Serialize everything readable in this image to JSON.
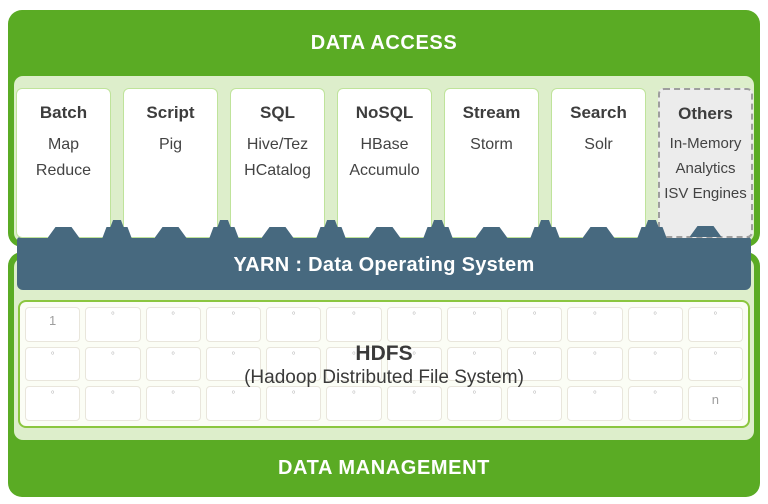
{
  "header": {
    "title": "DATA ACCESS"
  },
  "cards": [
    {
      "title": "Batch",
      "lines": [
        "Map",
        "Reduce"
      ],
      "variant": "solid"
    },
    {
      "title": "Script",
      "lines": [
        "Pig"
      ],
      "variant": "solid"
    },
    {
      "title": "SQL",
      "lines": [
        "Hive/Tez",
        "HCatalog"
      ],
      "variant": "solid"
    },
    {
      "title": "NoSQL",
      "lines": [
        "HBase",
        "Accumulo"
      ],
      "variant": "solid"
    },
    {
      "title": "Stream",
      "lines": [
        "Storm"
      ],
      "variant": "solid"
    },
    {
      "title": "Search",
      "lines": [
        "Solr"
      ],
      "variant": "solid"
    },
    {
      "title": "Others",
      "lines": [
        "In-Memory",
        "Analytics",
        "ISV Engines"
      ],
      "variant": "dashed"
    }
  ],
  "yarn": {
    "title": "YARN : Data Operating System"
  },
  "hdfs": {
    "title": "HDFS",
    "subtitle": "(Hadoop Distributed File System)",
    "grid": {
      "rows": 3,
      "cols": 12,
      "first_cell_label": "1",
      "last_cell_label": "n",
      "cell_mark": "°"
    }
  },
  "footer": {
    "title": "DATA MANAGEMENT"
  },
  "colors": {
    "green": "#5aab24",
    "light_green": "#ddeecb",
    "slate": "#47697f",
    "card_border": "#bfe39b",
    "others_bg": "#ececec",
    "others_border": "#9e9e9e",
    "grid_border": "#8bc63f",
    "text_dark": "#3d3d3d",
    "text_white": "#ffffff",
    "mark_gray": "#bdbdbd"
  }
}
